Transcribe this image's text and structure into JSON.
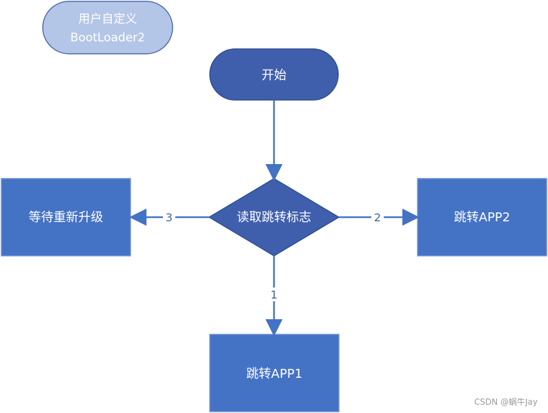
{
  "legend": {
    "line1": "用户自定义",
    "line2": "BootLoader2"
  },
  "nodes": {
    "start": "开始",
    "decision": "读取跳转标志",
    "wait_upgrade": "等待重新升级",
    "jump_app2": "跳转APP2",
    "jump_app1": "跳转APP1"
  },
  "edges": {
    "to_wait": "3",
    "to_app2": "2",
    "to_app1": "1"
  },
  "watermark": "CSDN @蜗牛Jay",
  "colors": {
    "legend_fill": "#b4c6e7",
    "legend_stroke": "#4a67ad",
    "start_fill": "#3f5fad",
    "start_stroke": "#2f4f8f",
    "decision_fill": "#3f5fad",
    "decision_stroke": "#2f4f8f",
    "box_fill": "#4472c4",
    "box_stroke": "#6f8fd8",
    "arrow": "#4472c4"
  }
}
